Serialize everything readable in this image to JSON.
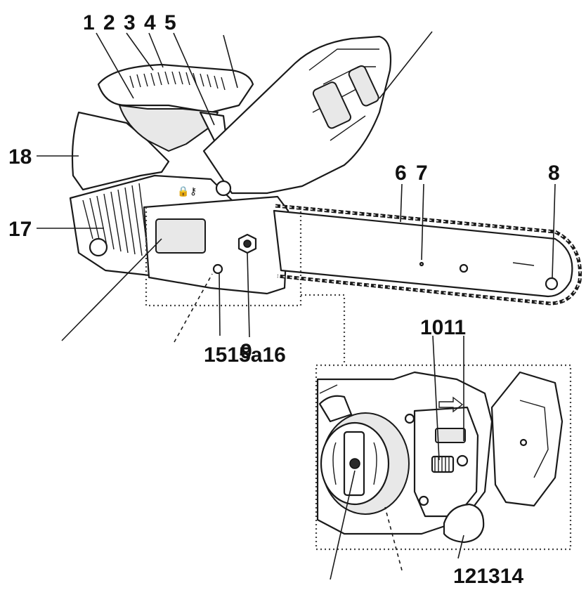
{
  "callouts": {
    "n1": "1",
    "n2": "2",
    "n3": "3",
    "n4": "4",
    "n5": "5",
    "n6": "6",
    "n7": "7",
    "n8": "8",
    "n17": "17",
    "n18": "18",
    "bottom_left": "1515a16",
    "bottom_overlap": "9",
    "detail_top": "1011",
    "detail_bottom": "121314"
  },
  "colors": {
    "ink": "#111111",
    "detail_box": "#444444"
  }
}
